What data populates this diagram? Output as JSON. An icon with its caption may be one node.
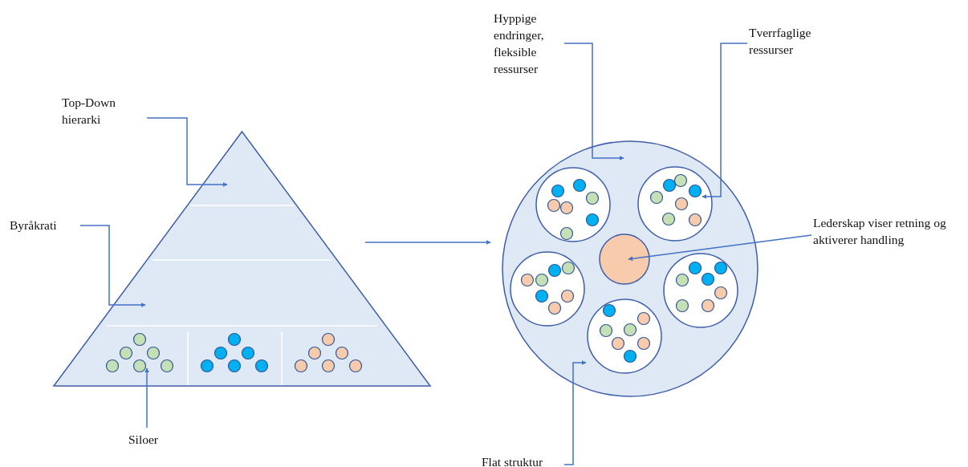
{
  "diagram": {
    "nodes": [
      {
        "text": [
          "Top-Down hierarki"
        ]
      },
      {
        "text": [
          "Byråkrati"
        ]
      },
      {
        "text": [],
        "shape": "triangle"
      },
      {
        "text": [
          "Siloer"
        ]
      },
      {
        "text": [
          "Hyppige endringer, fleksible ressurser"
        ]
      },
      {
        "text": [
          "Tverrfaglige ressurser"
        ]
      },
      {
        "text": [],
        "shape": "circle"
      },
      {
        "text": [],
        "shape": "circle",
        "in": 6
      },
      {
        "text": [],
        "shape": "circle",
        "in": 6
      },
      {
        "text": [],
        "shape": "circle",
        "in": 6
      },
      {
        "text": [],
        "shape": "circle",
        "in": 6
      },
      {
        "text": [],
        "shape": "circle",
        "in": 6
      },
      {
        "text": [],
        "shape": "circle",
        "in": 6
      },
      {
        "text": [
          "Lederskap viser retning og aktiverer handling"
        ]
      },
      {
        "text": [
          "Flat struktur"
        ]
      }
    ],
    "edges": [
      {
        "from": 0,
        "to": 2,
        "arrow": "to"
      },
      {
        "from": 1,
        "to": 2,
        "arrow": "to"
      },
      {
        "from": 3,
        "to": 2,
        "arrow": "to"
      },
      {
        "from": 2,
        "to": 6,
        "arrow": "to"
      },
      {
        "from": 4,
        "to": 6,
        "arrow": "to"
      },
      {
        "from": 5,
        "to": 8,
        "arrow": "to"
      },
      {
        "from": 13,
        "to": 9,
        "arrow": "to"
      },
      {
        "from": 14,
        "to": 6,
        "arrow": "to"
      }
    ]
  }
}
